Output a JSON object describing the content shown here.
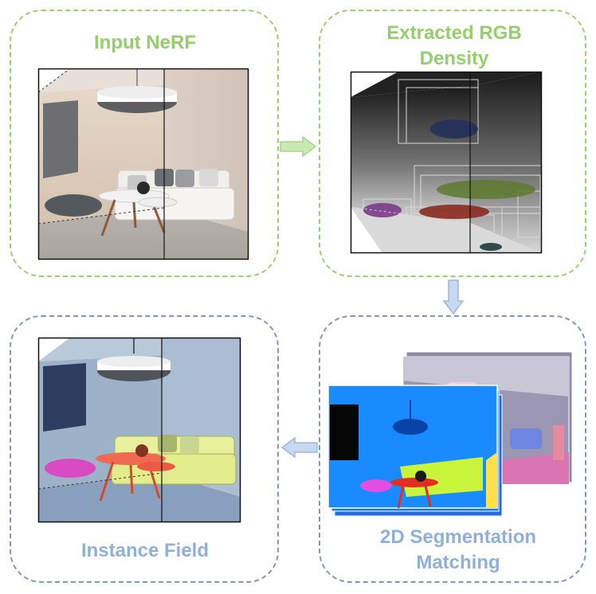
{
  "panels": {
    "input_nerf": {
      "title": "Input NeRF"
    },
    "extracted": {
      "title_line1": "Extracted RGB",
      "title_line2": "Density"
    },
    "segmentation": {
      "title_line1": "2D Segmentation",
      "title_line2": "Matching"
    },
    "instance": {
      "title": "Instance Field"
    }
  },
  "colors": {
    "green_border": "#9ccf72",
    "green_text": "#93cf6b",
    "blue_border": "#7f97bd",
    "blue_text": "#8fb0d8",
    "arrow_green": "#c9e9b3",
    "arrow_blue": "#c8d9ef"
  }
}
